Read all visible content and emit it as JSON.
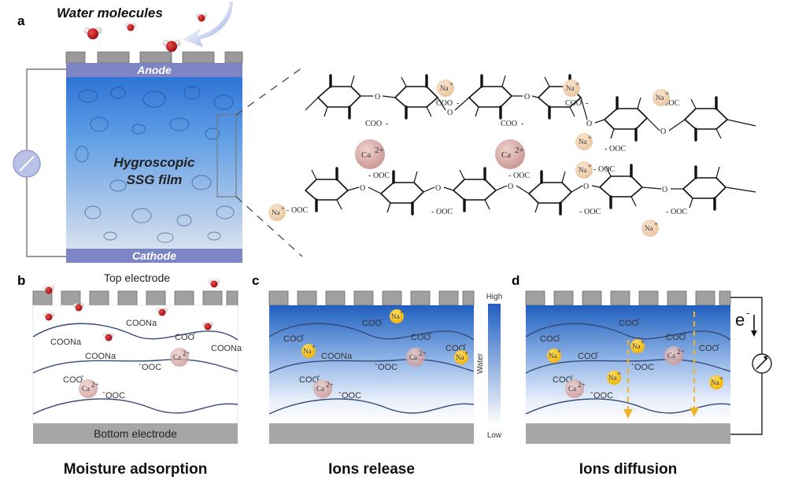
{
  "panel_a": {
    "label": "a",
    "water_molecules": "Water molecules",
    "anode": "Anode",
    "cathode": "Cathode",
    "film_line1": "Hygroscopic",
    "film_line2": "SSG film",
    "ions": {
      "na": "Na",
      "ca": "Ca",
      "na_charge": "+",
      "ca_charge": "2+"
    },
    "groups": {
      "coo": "COO",
      "coo_dash": "-",
      "ooc": "OOC",
      "ooc_dash": "-",
      "o": "O"
    }
  },
  "panel_b": {
    "label": "b",
    "top": "Top electrode",
    "bottom": "Bottom electrode",
    "caption": "Moisture adsorption",
    "groups": {
      "coona": "COONa",
      "coo": "COO",
      "ooc": "OOC",
      "neg": "-",
      "ca": "Ca",
      "ca_charge": "2+"
    }
  },
  "panel_c": {
    "label": "c",
    "caption": "Ions release",
    "scale_high": "High",
    "scale_low": "Low",
    "scale_label": "Water",
    "groups": {
      "coona": "COONa",
      "coo": "COO",
      "ooc": "OOC",
      "neg": "-",
      "na": "Na",
      "na_charge": "+",
      "ca": "Ca",
      "ca_charge": "2+"
    }
  },
  "panel_d": {
    "label": "d",
    "caption": "Ions diffusion",
    "electron": "e",
    "electron_charge": "-",
    "groups": {
      "coo": "COO",
      "ooc": "OOC",
      "neg": "-",
      "na": "Na",
      "na_charge": "+",
      "ca": "Ca",
      "ca_charge": "2+"
    }
  },
  "colors": {
    "electrode_blue": "#7d85c4",
    "film_blue": "#2f74d6",
    "gradient_blue": "#1f5fbf",
    "na_ion": "#f5c518",
    "na_ion_pale": "#f3d6b4",
    "ca_ion": "#d8aaa6",
    "diffusion_arrow": "#f0b429",
    "water_oxygen": "#c8161d"
  }
}
